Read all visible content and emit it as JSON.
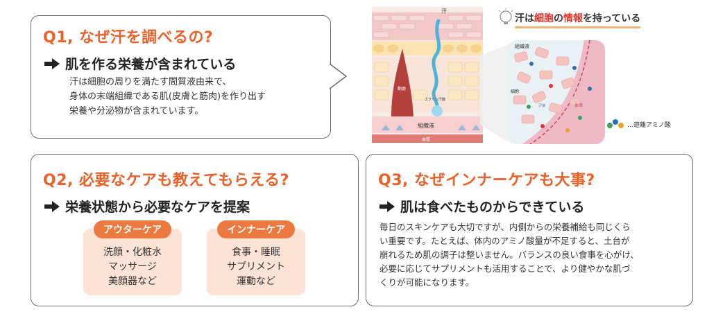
{
  "q1": {
    "title": "Q1, なぜ汗を調べるの?",
    "subtitle": "肌を作る栄養が含まれている",
    "body": [
      "汗は細胞の周りを満たす間質液由来で、",
      "身体の末端組織である肌(皮膚と筋肉)を作り出す",
      "栄養や分泌物が含まれています。"
    ]
  },
  "q2": {
    "title": "Q2, 必要なケアも教えてもらえる?",
    "subtitle": "栄養状態から必要なケアを提案",
    "outer": {
      "label": "アウターケア",
      "items": [
        "洗顔・化粧水",
        "マッサージ",
        "美顔器など"
      ]
    },
    "inner": {
      "label": "インナーケア",
      "items": [
        "食事・睡眠",
        "サプリメント",
        "運動など"
      ]
    }
  },
  "q3": {
    "title": "Q3, なぜインナーケアも大事?",
    "subtitle": "肌は食べたものからできている",
    "body": [
      "毎日のスキンケアも大切ですが、内側からの栄養補給も同じくら",
      "い重要です。たとえば、体内のアミノ酸量が不足すると、土台が",
      "崩れるため肌の調子は整いません。バランスの良い食事を心がけ、",
      "必要に応じてサプリメントも活用することで、より健やかな肌づ",
      "くりが可能になります。"
    ]
  },
  "diagram": {
    "heading_prefix": "汗は",
    "heading_highlight1": "細胞",
    "heading_mid": "の",
    "heading_highlight2": "情報",
    "heading_suffix": "を持っている",
    "label_sweat": "汗",
    "label_eccrine": "エクリン汗腺",
    "label_artery": "動脈",
    "label_tissue_fluid": "組織液",
    "label_capillary": "血管",
    "label_tissue_fluid_zoom": "組織液",
    "label_cell": "細胞",
    "label_sweat_zoom": "汗液",
    "label_blood": "血液",
    "legend_amino": "…遊離アミノ酸"
  },
  "colors": {
    "accent": "#e8622a",
    "pill": "#ec7a40",
    "pill_bg": "#fde2d6",
    "highlight": "#e0362c",
    "border": "#6b6b6b"
  }
}
